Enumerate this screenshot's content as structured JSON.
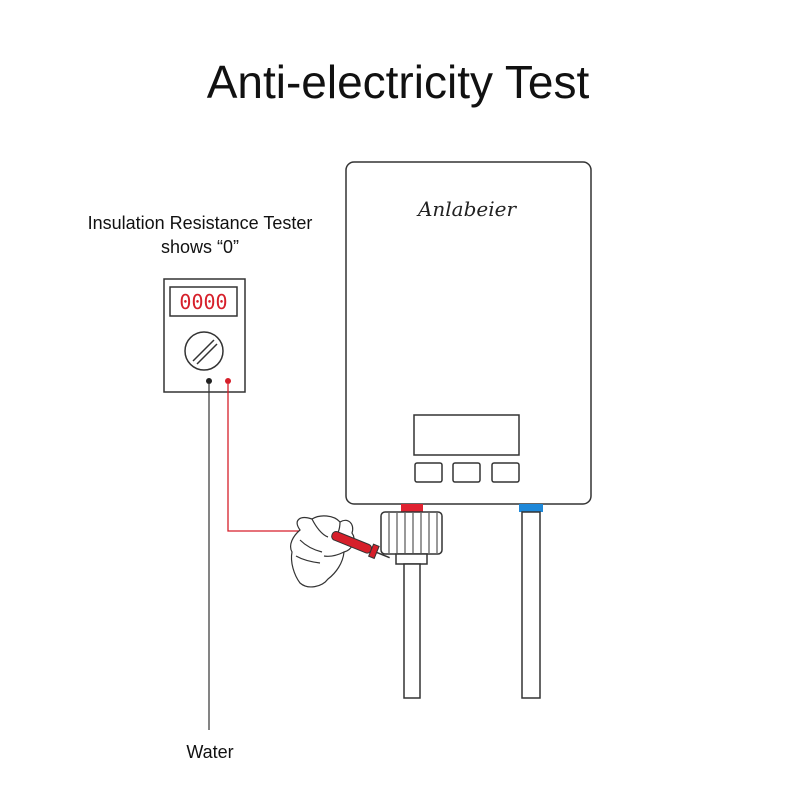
{
  "title": "Anti-electricity Test",
  "tester": {
    "caption_line1": "Insulation Resistance Tester",
    "caption_line2": "shows “0”",
    "display_value": "0000"
  },
  "heater": {
    "brand": "Anlabeier"
  },
  "water_label": "Water",
  "colors": {
    "probe_red": "#d61f2a",
    "hot_pipe_red": "#e02231",
    "cold_pipe_blue": "#1e88d9",
    "outline": "#333333"
  },
  "icons": [
    "dial-icon",
    "hand-icon",
    "probe-icon"
  ]
}
